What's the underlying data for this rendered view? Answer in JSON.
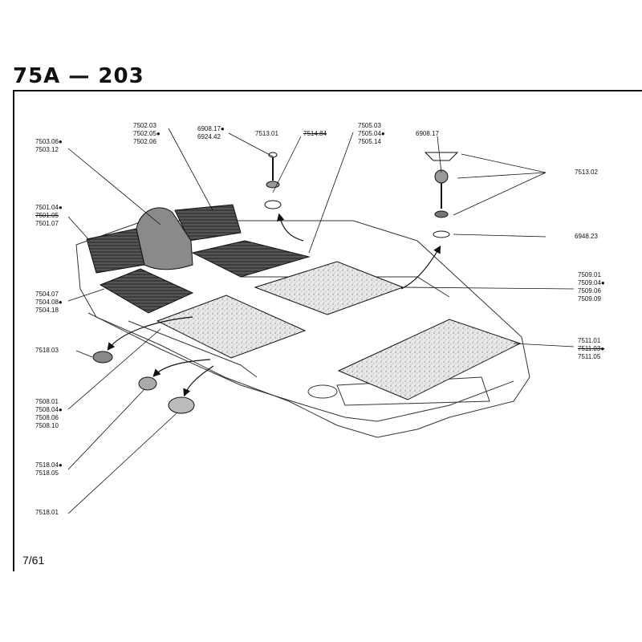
{
  "header": {
    "title": "75A — 203",
    "page_number": "7/61"
  },
  "diagram": {
    "callouts": [
      {
        "id": "c7503",
        "codes": [
          "7503.06●",
          "7503.12"
        ]
      },
      {
        "id": "c7502",
        "codes": [
          "7502.03",
          "7502.05●",
          "7502.06"
        ]
      },
      {
        "id": "c6908a",
        "codes": [
          "6908.17●",
          "6924.42"
        ]
      },
      {
        "id": "c7513a",
        "codes": [
          "7513.01"
        ]
      },
      {
        "id": "c7514",
        "codes": [
          "7514.84"
        ]
      },
      {
        "id": "c7505",
        "codes": [
          "7505.03",
          "7505.04●",
          "7505.14"
        ]
      },
      {
        "id": "c6908b",
        "codes": [
          "6908.17"
        ]
      },
      {
        "id": "c7513b",
        "codes": [
          "7513.02"
        ]
      },
      {
        "id": "c6948",
        "codes": [
          "6948.23"
        ]
      },
      {
        "id": "c7501",
        "codes": [
          "7501.04●",
          "7501.05",
          "7501.07"
        ]
      },
      {
        "id": "c7504",
        "codes": [
          "7504.07",
          "7504.08●",
          "7504.18"
        ]
      },
      {
        "id": "c7509",
        "codes": [
          "7509.01",
          "7509.04●",
          "7509.06",
          "7509.09"
        ]
      },
      {
        "id": "c7511",
        "codes": [
          "7511.01",
          "7511.03●",
          "7511.05"
        ]
      },
      {
        "id": "c7518a",
        "codes": [
          "7518.03"
        ]
      },
      {
        "id": "c7508",
        "codes": [
          "7508.01",
          "7508.04●",
          "7508.06",
          "7508.10"
        ]
      },
      {
        "id": "c7518b",
        "codes": [
          "7518.04●",
          "7518.05"
        ]
      },
      {
        "id": "c7518c",
        "codes": [
          "7518.01"
        ]
      }
    ]
  }
}
